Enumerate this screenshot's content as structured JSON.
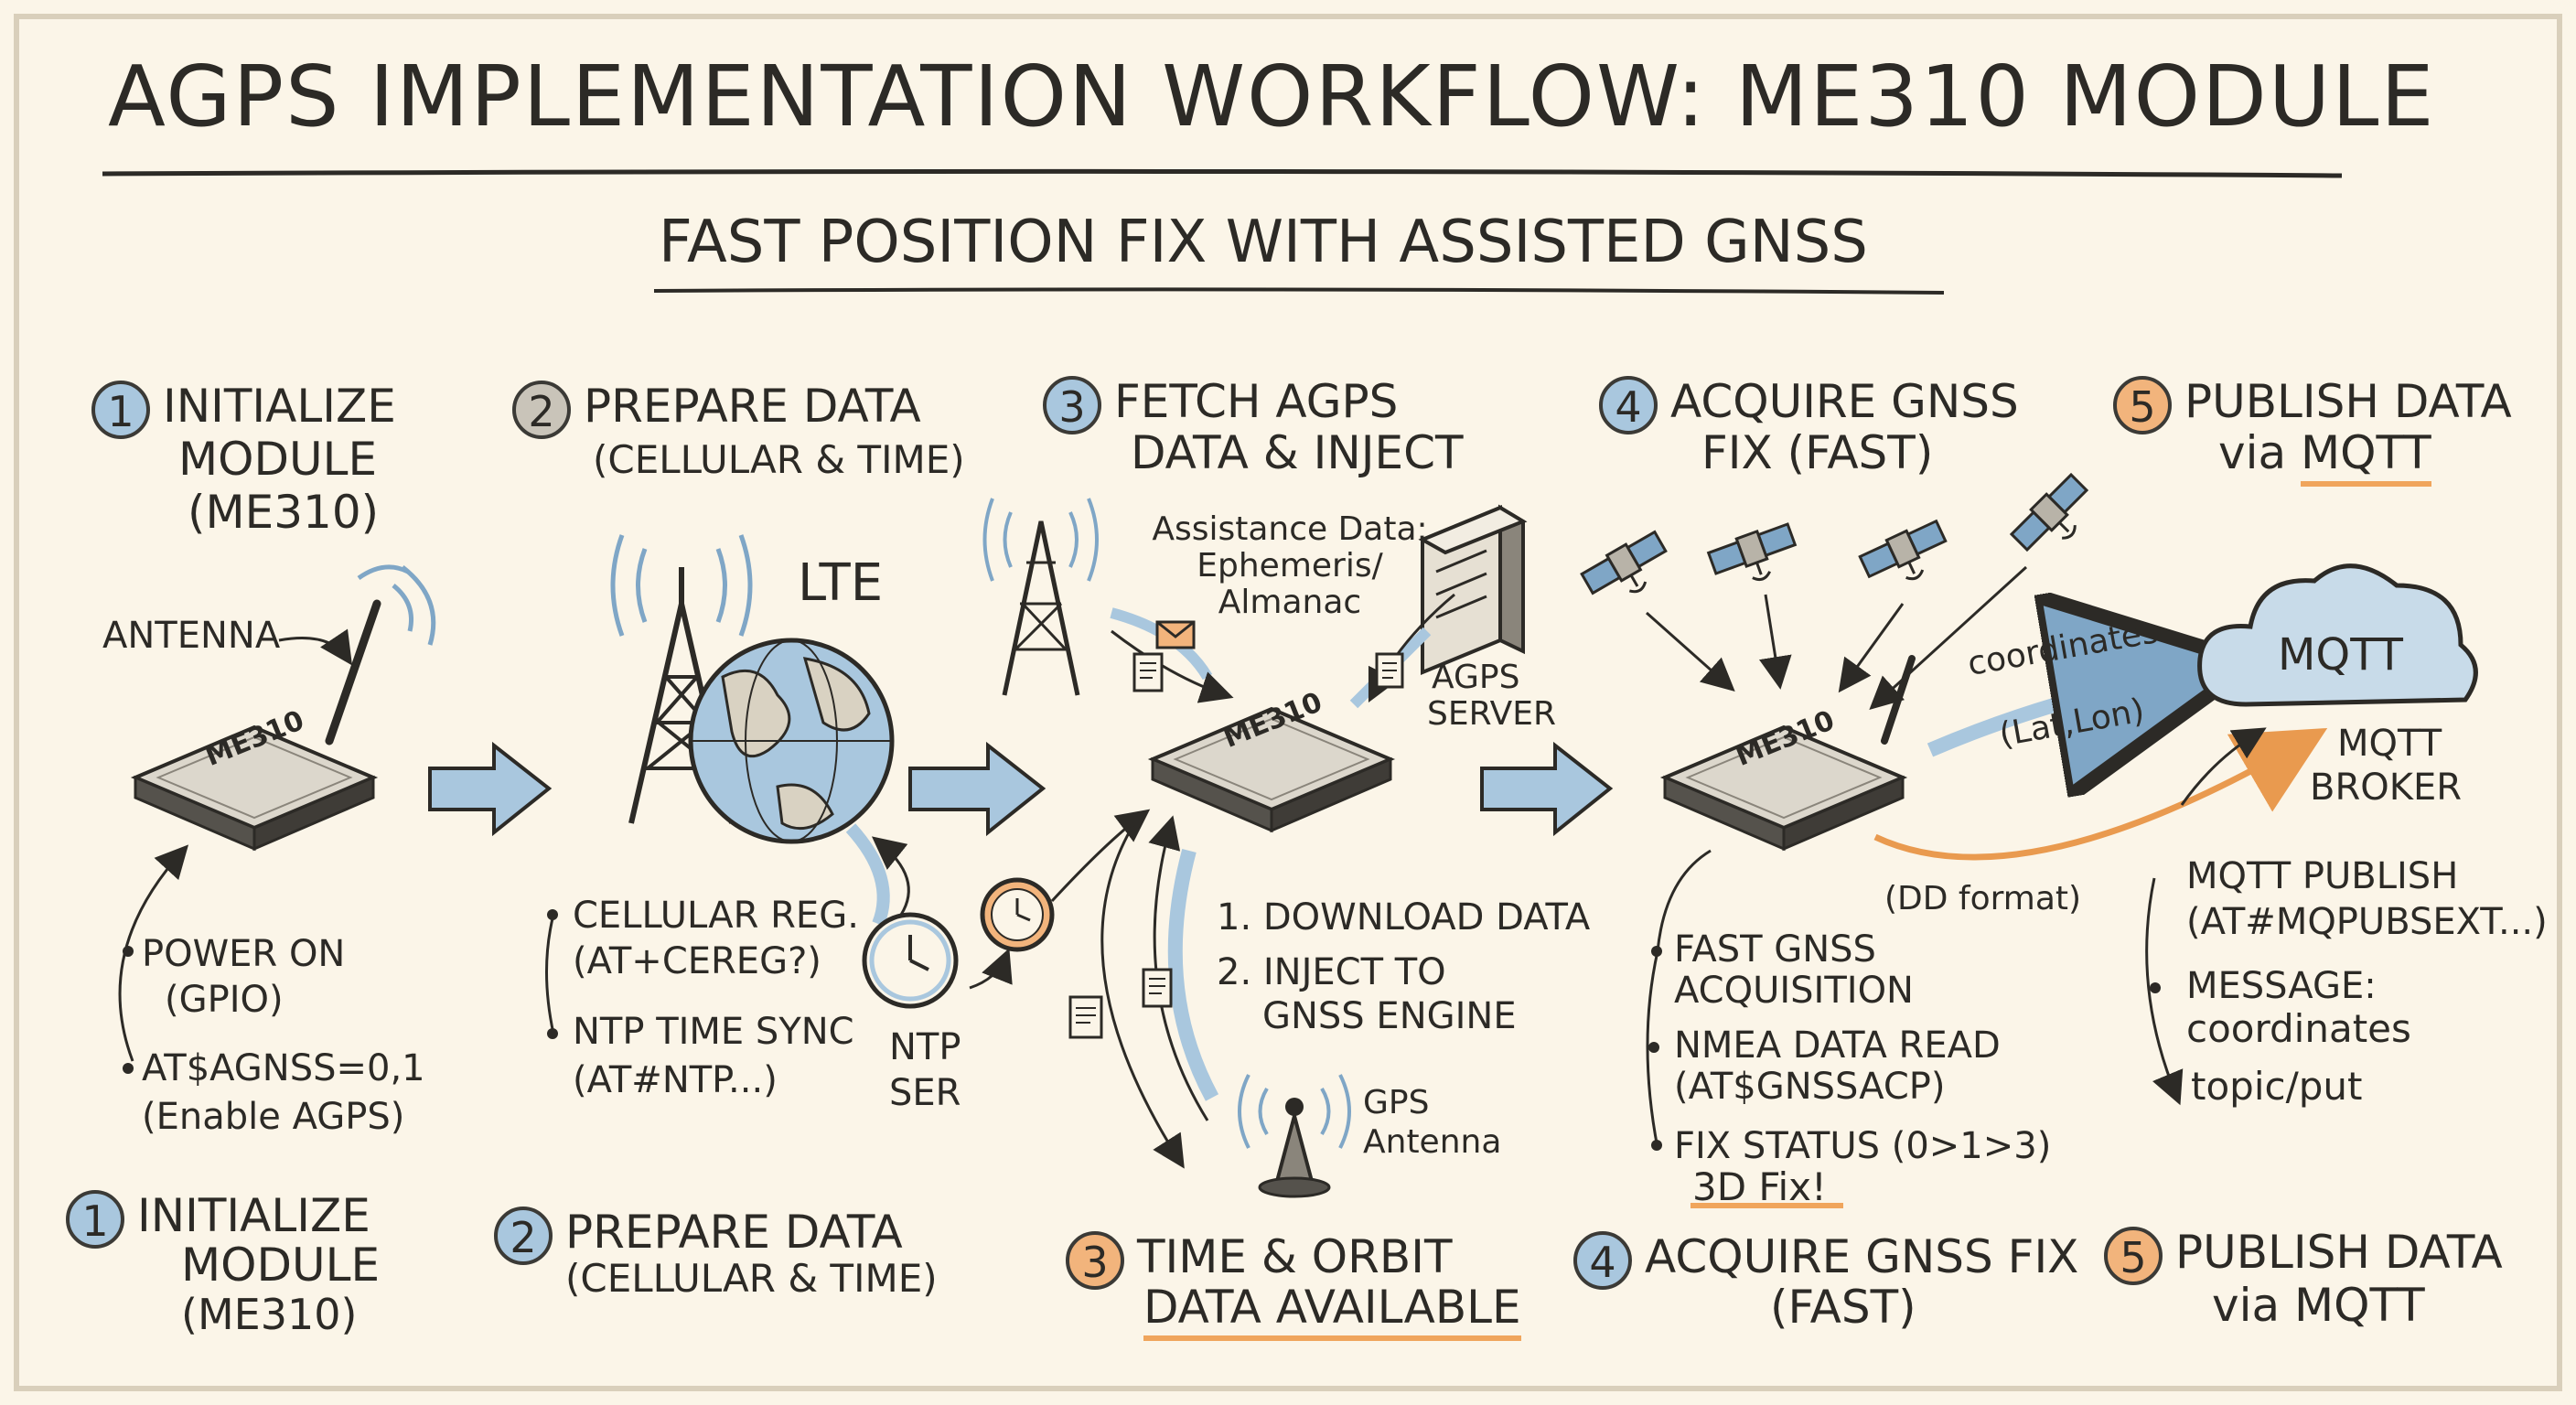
{
  "title": "AGPS IMPLEMENTATION WORKFLOW: ME310 MODULE",
  "subtitle": "FAST POSITION FIX WITH ASSISTED GNSS",
  "steps_top": [
    {
      "num": "1",
      "line1": "INITIALIZE",
      "line2": "MODULE",
      "line3": "(ME310)"
    },
    {
      "num": "2",
      "line1": "PREPARE DATA",
      "line2": "(CELLULAR & TIME)"
    },
    {
      "num": "3",
      "line1": "FETCH AGPS",
      "line2": "DATA & INJECT"
    },
    {
      "num": "4",
      "line1": "ACQUIRE GNSS",
      "line2": "FIX (FAST)"
    },
    {
      "num": "5",
      "line1": "PUBLISH DATA",
      "line2a": "via ",
      "line2b": "MQTT"
    }
  ],
  "steps_bottom": [
    {
      "num": "1",
      "line1": "INITIALIZE",
      "line2": "MODULE",
      "line3": "(ME310)"
    },
    {
      "num": "2",
      "line1": "PREPARE DATA",
      "line2": "(CELLULAR & TIME)"
    },
    {
      "num": "3",
      "line1": "TIME & ORBIT",
      "line2": "DATA AVAILABLE"
    },
    {
      "num": "4",
      "line1": "ACQUIRE GNSS FIX",
      "line2": "(FAST)"
    },
    {
      "num": "5",
      "line1": "PUBLISH DATA",
      "line2": "via MQTT"
    }
  ],
  "chip_label": "ME310",
  "stage1": {
    "antenna": "ANTENNA",
    "power_on": "POWER ON",
    "power_on_sub": "(GPIO)",
    "agnss_cmd": "AT$AGNSS=0,1",
    "agnss_sub": "(Enable AGPS)"
  },
  "stage2": {
    "lte": "LTE",
    "creg": "CELLULAR REG.",
    "creg_cmd": "(AT+CEREG?)",
    "ntp": "NTP TIME SYNC",
    "ntp_cmd": "(AT#NTP...)",
    "ntp_ser1": "NTP",
    "ntp_ser2": "SER"
  },
  "stage3": {
    "assist1": "Assistance Data:",
    "assist2": "Ephemeris/",
    "assist3": "Almanac",
    "server1": "AGPS",
    "server2": "SERVER",
    "dl": "1. DOWNLOAD DATA",
    "inject1": "2. INJECT TO",
    "inject2": "GNSS ENGINE",
    "gps1": "GPS",
    "gps2": "Antenna"
  },
  "stage4": {
    "coords": "coordinates",
    "latlon": "(Lat,Lon)",
    "dd": "(DD format)",
    "fast1": "FAST GNSS",
    "fast2": "ACQUISITION",
    "nmea1": "NMEA DATA READ",
    "nmea2": "(AT$GNSSACP)",
    "fix1": "FIX STATUS (0>1>3)",
    "fix2": "3D Fix!"
  },
  "stage5": {
    "cloud": "MQTT",
    "broker1": "MQTT",
    "broker2": "BROKER",
    "pub1": "MQTT PUBLISH",
    "pub2": "(AT#MQPUBSEXT...)",
    "msg1": "MESSAGE:",
    "msg2": "coordinates",
    "topic": "topic/put"
  },
  "colors": {
    "paper": "#fbf5e8",
    "ink": "#2c2a26",
    "blue": "#a9c7de",
    "orange": "#f0a55c"
  }
}
